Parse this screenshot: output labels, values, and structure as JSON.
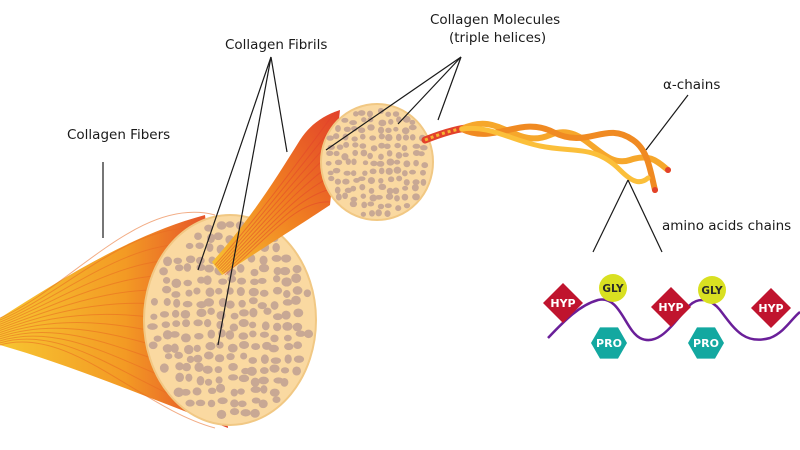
{
  "labels": {
    "collagen_fibers": "Collagen Fibers",
    "collagen_fibrils": "Collagen Fibrils",
    "collagen_molecules_line1": "Collagen Molecules",
    "collagen_molecules_line2": "(triple helices)",
    "alpha_chains": "α-chains",
    "amino_acid_chains": "amino acids chains"
  },
  "amino_acids": [
    {
      "label": "HYP",
      "shape": "diamond",
      "color": "#c0142e"
    },
    {
      "label": "GLY",
      "shape": "circle",
      "color": "#d9e021"
    },
    {
      "label": "PRO",
      "shape": "hexagon",
      "color": "#13a8a0"
    },
    {
      "label": "HYP",
      "shape": "diamond",
      "color": "#c0142e"
    },
    {
      "label": "GLY",
      "shape": "circle",
      "color": "#d9e021"
    },
    {
      "label": "PRO",
      "shape": "hexagon",
      "color": "#13a8a0"
    },
    {
      "label": "HYP",
      "shape": "diamond",
      "color": "#c0142e"
    }
  ],
  "colors": {
    "fiber_yellow": "#f7c531",
    "fiber_orange": "#f07f21",
    "fiber_red": "#e2412b",
    "disc_fill": "#fad9a1",
    "fibril_dot": "#c8a894",
    "helix_stroke": "#f39a24",
    "backbone": "#6a1f99"
  }
}
